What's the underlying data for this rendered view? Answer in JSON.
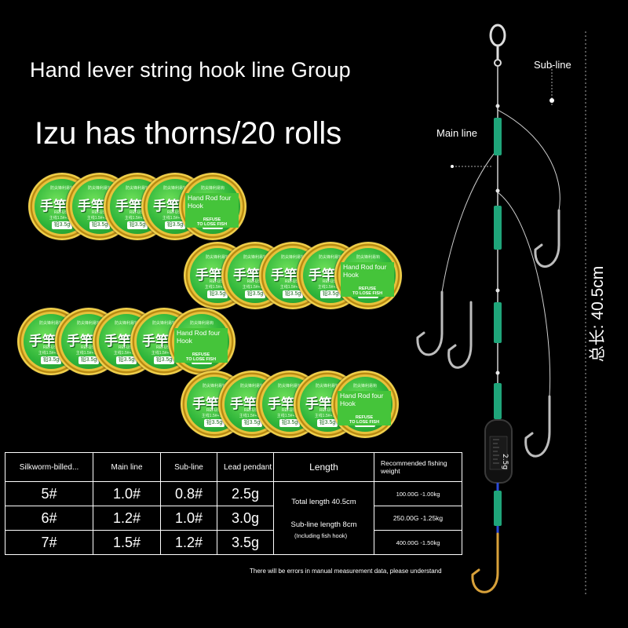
{
  "header": {
    "title_line1": "Hand lever string hook line Group",
    "title_line2": "Izu has thorns/20 rolls"
  },
  "spool": {
    "brand_text": "手竿四",
    "top_text": "防尖锋利易钩",
    "refuse_text": "REFUSE",
    "lose_text": "TO LOSE FISH",
    "spec_text": "主线1.5#+1.2#",
    "weight_text": "铅3.5g",
    "tag_title": "Hand Rod four Hook",
    "tag_subtitle_1": "REFUSE",
    "tag_subtitle_2": "TO LOSE FISH",
    "count": 20,
    "colors": {
      "ring": "#e7c13a",
      "face": "#2fb53a",
      "tag": "#45c43a"
    }
  },
  "rig": {
    "sub_line_label": "Sub-line",
    "main_line_label": "Main line",
    "total_length_label": "总长: 40.5cm",
    "sinker_text": "2.5g",
    "colors": {
      "tube": "#1fa57a",
      "sinker": "#111111",
      "line": "#cfcfcf",
      "hook": "#bdbdbd",
      "gold_hook": "#d8a13a"
    }
  },
  "table": {
    "headers": {
      "hook": "Silkworm-billed...",
      "main": "Main line",
      "sub": "Sub-line",
      "lead": "Lead pendant",
      "length": "Length",
      "weight": "Recommended fishing weight"
    },
    "rows": [
      {
        "hook": "5#",
        "main": "1.0#",
        "sub": "0.8#",
        "lead": "2.5g",
        "weight": "100.00G -1.00kg"
      },
      {
        "hook": "6#",
        "main": "1.2#",
        "sub": "1.0#",
        "lead": "3.0g",
        "weight": "250.00G -1.25kg"
      },
      {
        "hook": "7#",
        "main": "1.5#",
        "sub": "1.2#",
        "lead": "3.5g",
        "weight": "400.00G -1.50kg"
      }
    ],
    "length_total": "Total length 40.5cm",
    "length_sub": "Sub-line length 8cm",
    "length_note": "(Including fish hook)"
  },
  "footnote": "There will be errors in manual measurement data, please understand"
}
